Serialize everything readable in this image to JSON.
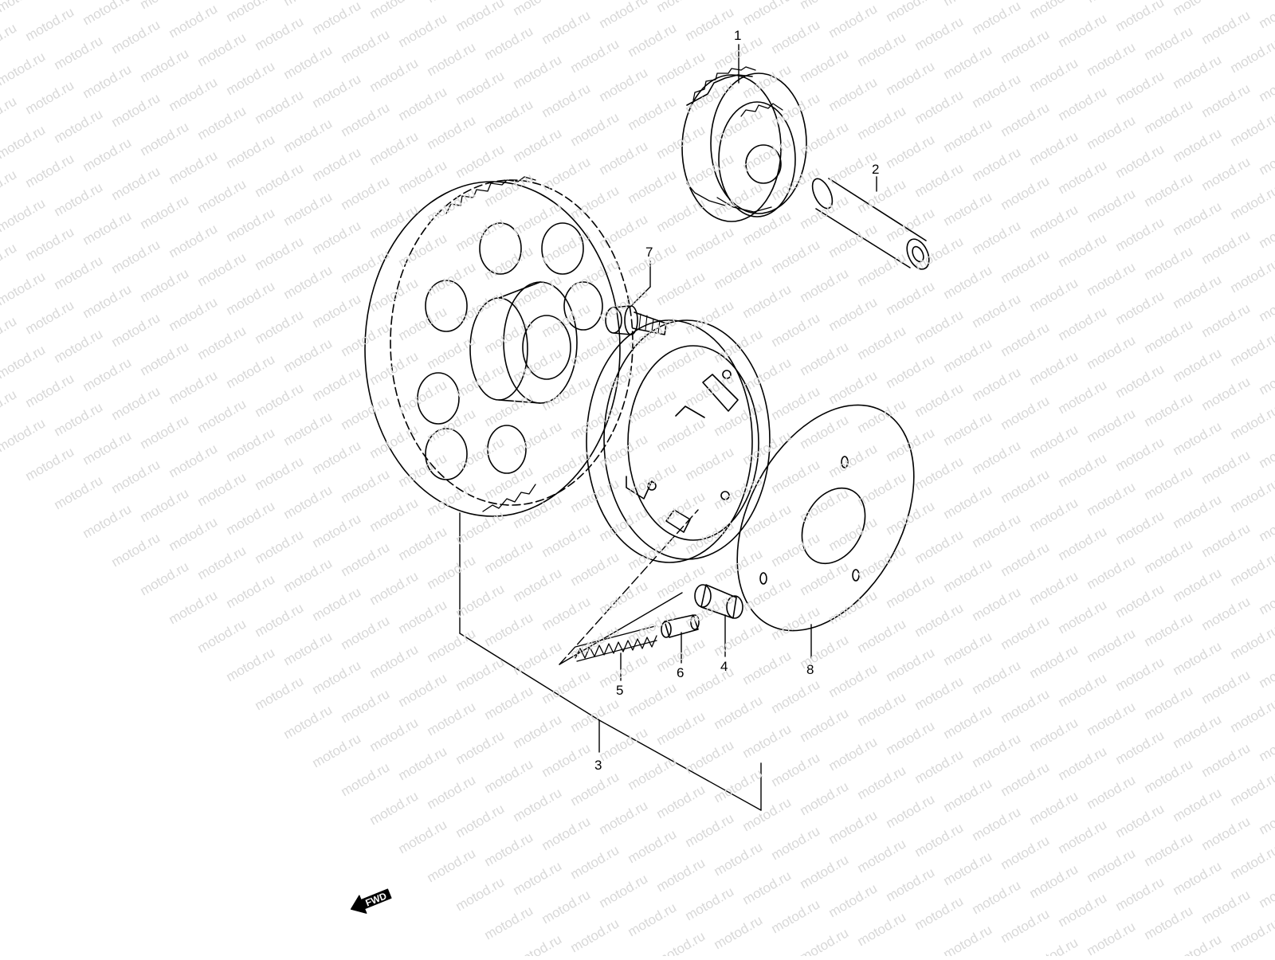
{
  "watermark": {
    "text": "motod.ru",
    "color": "#d8d8d8"
  },
  "callouts": [
    {
      "id": "1",
      "label": "1"
    },
    {
      "id": "2",
      "label": "2"
    },
    {
      "id": "3",
      "label": "3"
    },
    {
      "id": "4",
      "label": "4"
    },
    {
      "id": "5",
      "label": "5"
    },
    {
      "id": "6",
      "label": "6"
    },
    {
      "id": "7",
      "label": "7"
    },
    {
      "id": "8",
      "label": "8"
    }
  ],
  "fwd_arrow": {
    "label": "FWD",
    "icon": "fwd-arrow-icon"
  },
  "line_color": "#000000"
}
